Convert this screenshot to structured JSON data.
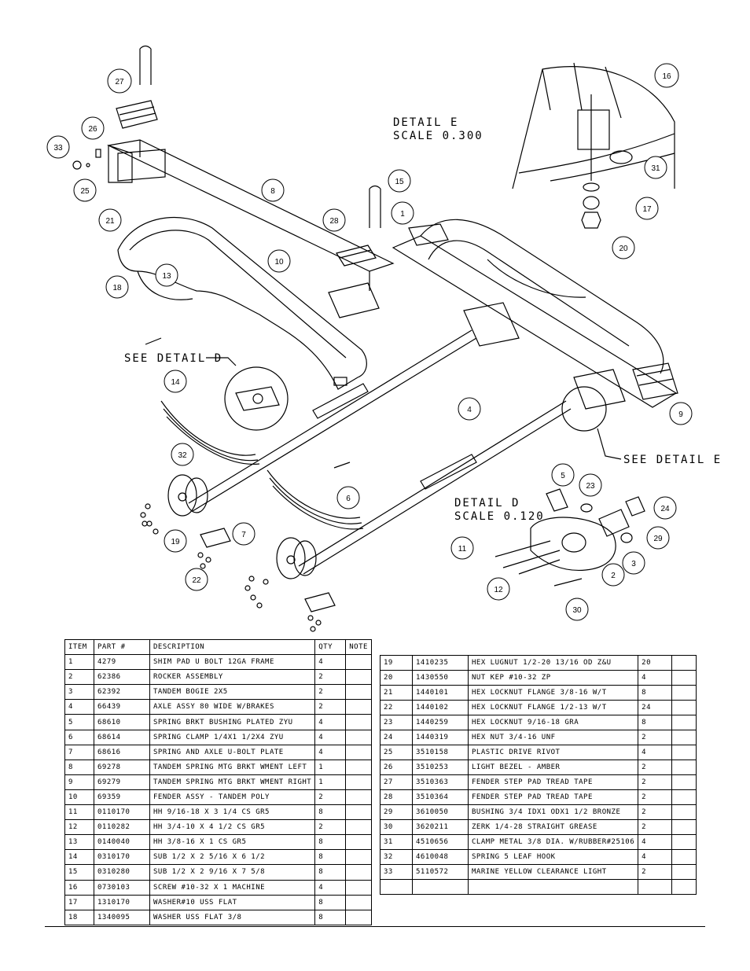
{
  "labels": {
    "detail_e_title": "DETAIL  E",
    "detail_e_scale": "SCALE  0.300",
    "detail_d_title": "DETAIL  D",
    "detail_d_scale": "SCALE  0.120",
    "see_detail_d": "SEE DETAIL  D",
    "see_detail_e": "SEE DETAIL  E"
  },
  "balloons": [
    "27",
    "26",
    "33",
    "25",
    "8",
    "15",
    "28",
    "1",
    "21",
    "10",
    "13",
    "18",
    "16",
    "31",
    "17",
    "20",
    "14",
    "4",
    "9",
    "32",
    "6",
    "5",
    "23",
    "24",
    "29",
    "7",
    "19",
    "11",
    "3",
    "2",
    "22",
    "12",
    "30"
  ],
  "table_left": {
    "headers": [
      "ITEM",
      "PART #",
      "DESCRIPTION",
      "QTY",
      "NOTE"
    ],
    "rows": [
      [
        "1",
        "4279",
        "SHIM PAD   U BOLT 12GA FRAME",
        "4",
        ""
      ],
      [
        "2",
        "62386",
        "ROCKER ASSEMBLY",
        "2",
        ""
      ],
      [
        "3",
        "62392",
        "TANDEM BOGIE   2X5",
        "2",
        ""
      ],
      [
        "4",
        "66439",
        "AXLE ASSY 80 WIDE W/BRAKES",
        "2",
        ""
      ],
      [
        "5",
        "68610",
        "SPRING BRKT BUSHING PLATED ZYU",
        "4",
        ""
      ],
      [
        "6",
        "68614",
        "SPRING CLAMP   1/4X1 1/2X4  ZYU",
        "4",
        ""
      ],
      [
        "7",
        "68616",
        "SPRING AND AXLE U-BOLT PLATE",
        "4",
        ""
      ],
      [
        "8",
        "69278",
        "TANDEM SPRING MTG BRKT WMENT LEFT",
        "1",
        ""
      ],
      [
        "9",
        "69279",
        "TANDEM SPRING MTG BRKT WMENT RIGHT",
        "1",
        ""
      ],
      [
        "10",
        "69359",
        "FENDER ASSY - TANDEM POLY",
        "2",
        ""
      ],
      [
        "11",
        "0110170",
        "HH 9/16-18 X 3 1/4 CS GR5",
        "8",
        ""
      ],
      [
        "12",
        "0110282",
        "HH 3/4-10 X 4 1/2 CS GR5",
        "2",
        ""
      ],
      [
        "13",
        "0140040",
        "HH 3/8-16 X 1 CS GR5",
        "8",
        ""
      ],
      [
        "14",
        "0310170",
        "SUB 1/2 X 2 5/16 X 6 1/2",
        "8",
        ""
      ],
      [
        "15",
        "0310280",
        "SUB 1/2 X 2 9/16 X 7 5/8",
        "8",
        ""
      ],
      [
        "16",
        "0730103",
        "SCREW #10-32 X 1 MACHINE",
        "4",
        ""
      ],
      [
        "17",
        "1310170",
        "WASHER#10 USS FLAT",
        "8",
        ""
      ],
      [
        "18",
        "1340095",
        "WASHER USS FLAT 3/8",
        "8",
        ""
      ]
    ]
  },
  "table_right": {
    "rows": [
      [
        "19",
        "1410235",
        "HEX LUGNUT 1/2-20 13/16 OD Z&U",
        "20",
        ""
      ],
      [
        "20",
        "1430550",
        "NUT KEP #10-32 ZP",
        "4",
        ""
      ],
      [
        "21",
        "1440101",
        "HEX LOCKNUT FLANGE 3/8-16 W/T",
        "8",
        ""
      ],
      [
        "22",
        "1440102",
        "HEX LOCKNUT FLANGE 1/2-13 W/T",
        "24",
        ""
      ],
      [
        "23",
        "1440259",
        "HEX LOCKNUT 9/16-18 GRA",
        "8",
        ""
      ],
      [
        "24",
        "1440319",
        "HEX NUT 3/4-16 UNF",
        "2",
        ""
      ],
      [
        "25",
        "3510158",
        "PLASTIC DRIVE RIVOT",
        "4",
        ""
      ],
      [
        "26",
        "3510253",
        "LIGHT BEZEL - AMBER",
        "2",
        ""
      ],
      [
        "27",
        "3510363",
        "FENDER STEP PAD TREAD TAPE",
        "2",
        ""
      ],
      [
        "28",
        "3510364",
        "FENDER STEP PAD TREAD TAPE",
        "2",
        ""
      ],
      [
        "29",
        "3610050",
        "BUSHING  3/4 IDX1 ODX1 1/2 BRONZE",
        "2",
        ""
      ],
      [
        "30",
        "3620211",
        "ZERK  1/4-28 STRAIGHT GREASE",
        "2",
        ""
      ],
      [
        "31",
        "4510656",
        "CLAMP METAL 3/8 DIA. W/RUBBER#25106",
        "4",
        ""
      ],
      [
        "32",
        "4610048",
        "SPRING  5 LEAF HOOK",
        "4",
        ""
      ],
      [
        "33",
        "5110572",
        "MARINE YELLOW CLEARANCE LIGHT",
        "2",
        ""
      ],
      [
        "",
        "",
        "",
        "",
        ""
      ]
    ]
  }
}
